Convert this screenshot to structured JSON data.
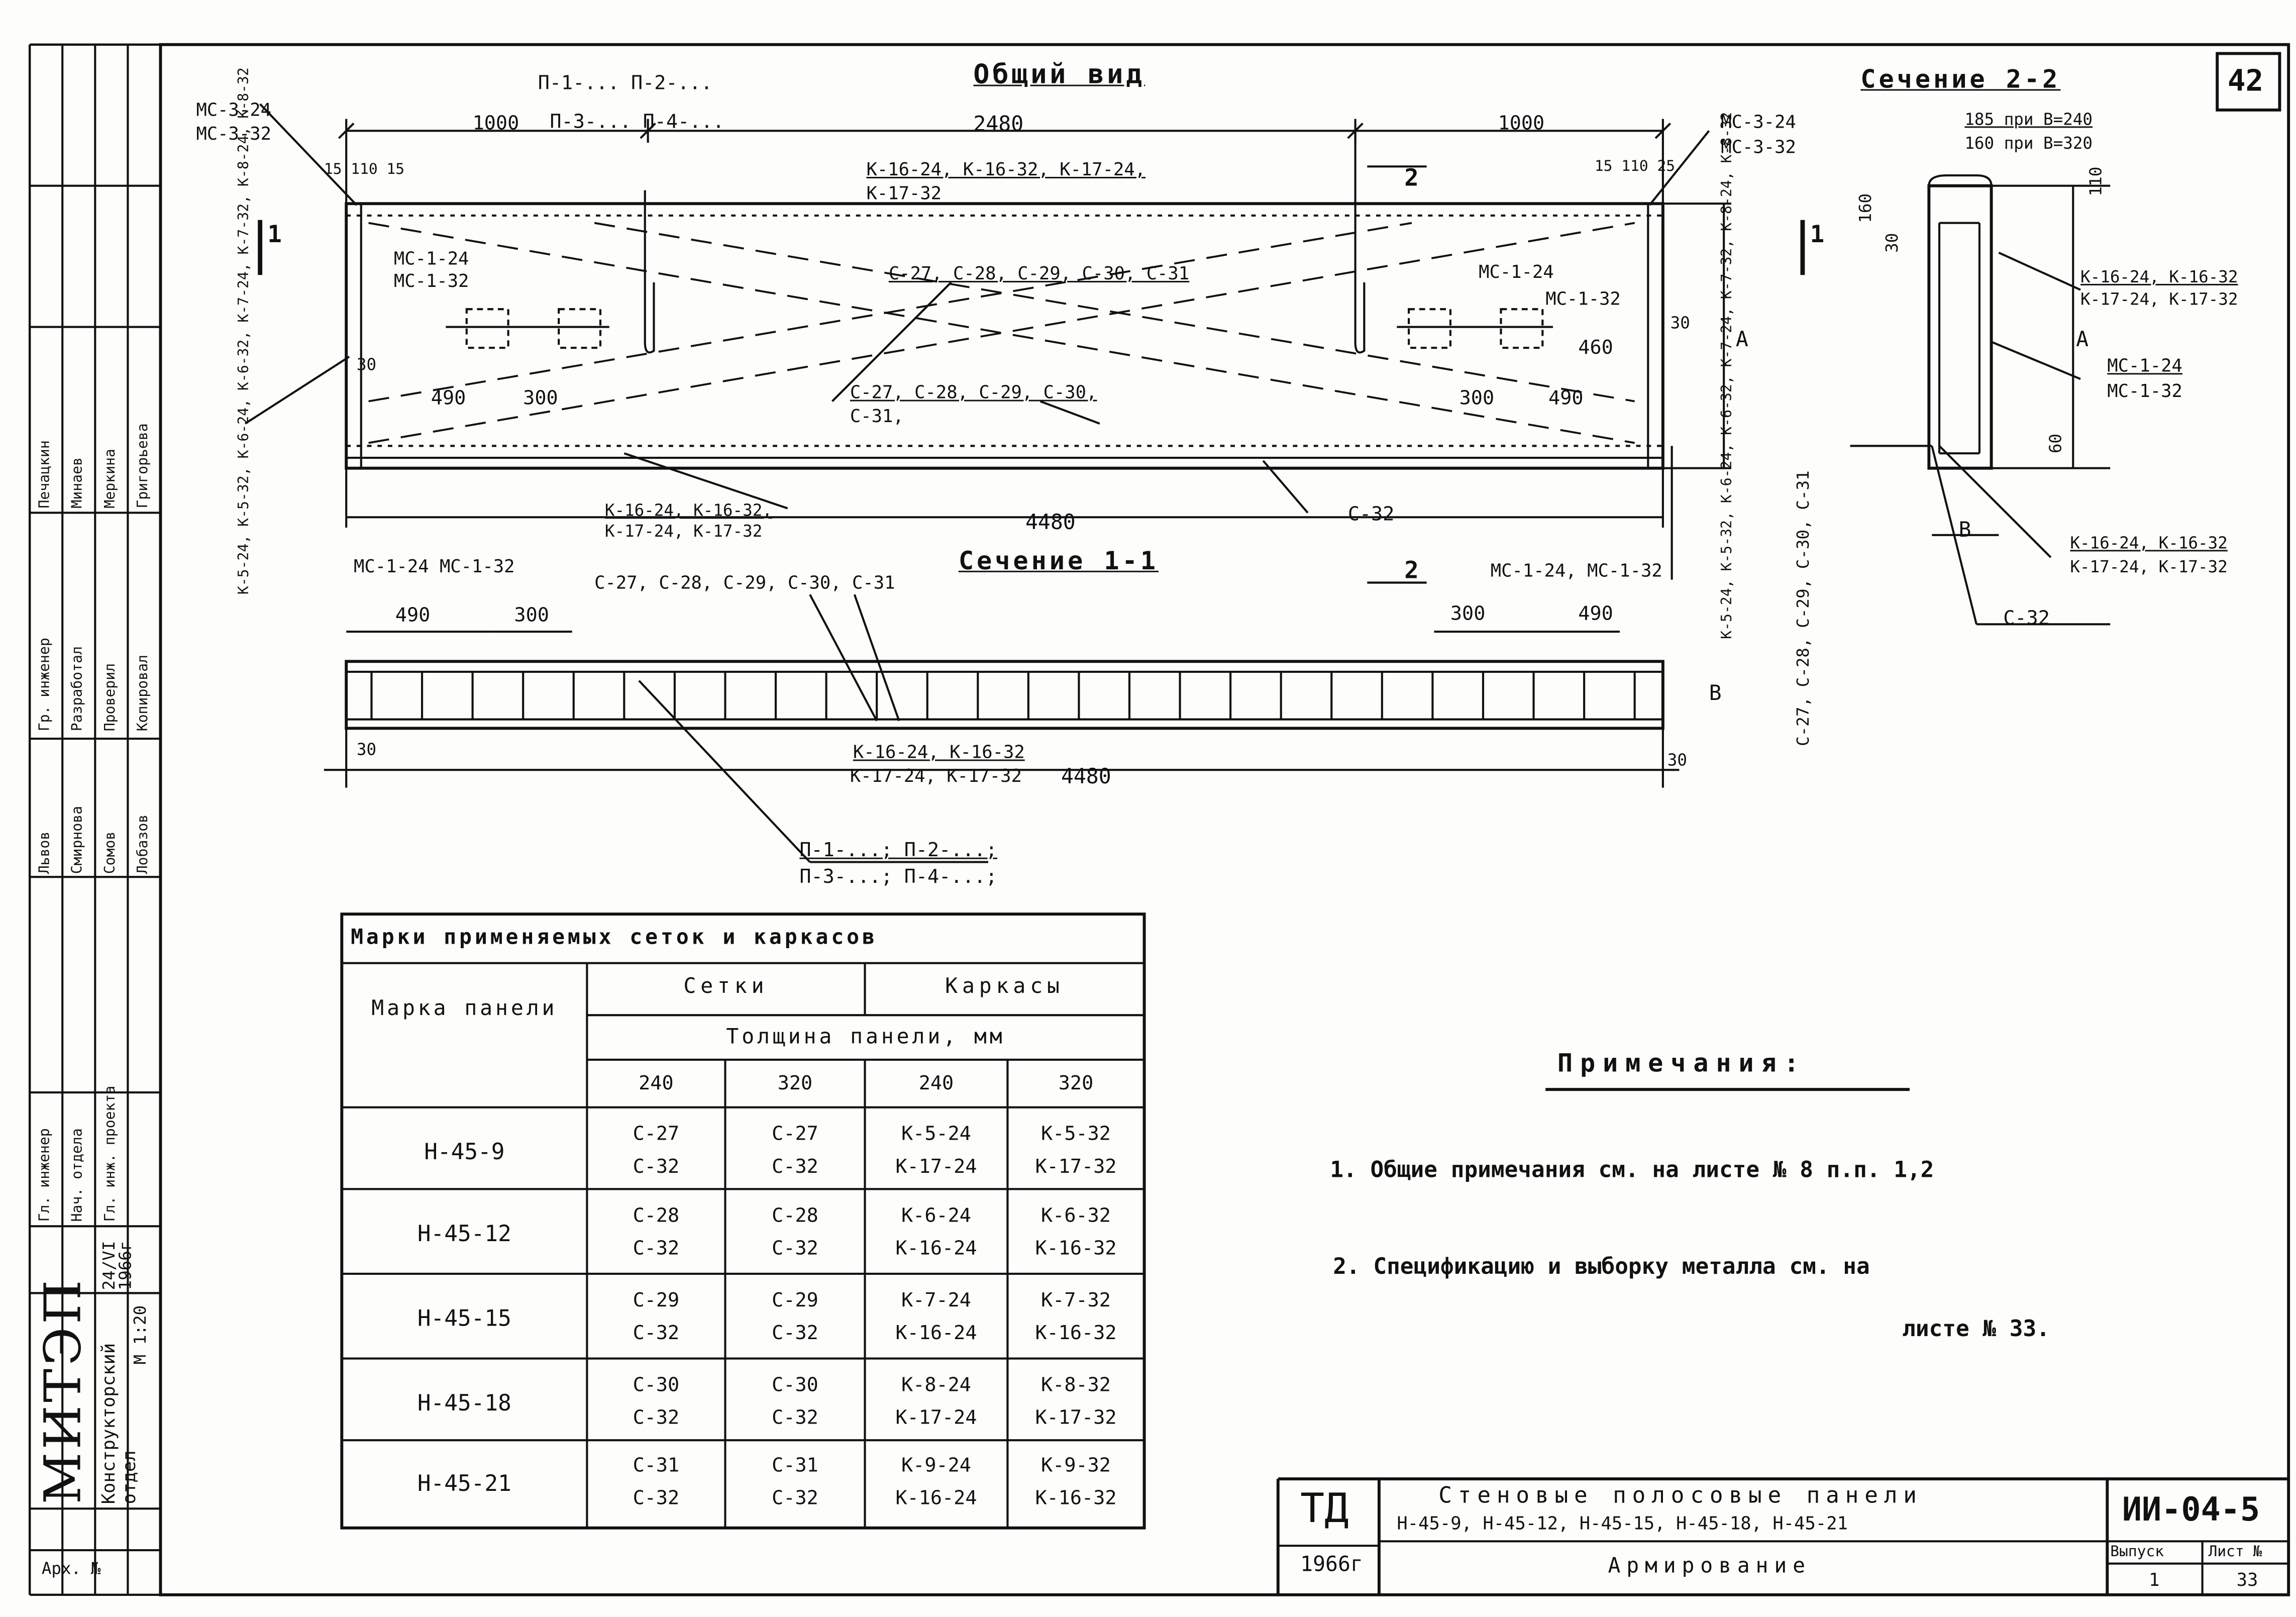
{
  "sheet_number": "42",
  "general_view": {
    "title": "Общий вид",
    "section_2_2_label": "Сечение 2-2",
    "section_1_1_label": "Сечение 1-1",
    "p_marks_top_1": "П-1-...  П-2-...",
    "p_marks_top_2": "П-3-...  П-4-...",
    "dim_1000_left": "1000",
    "dim_2480": "2480",
    "dim_1000_right": "1000",
    "dim_4480_top": "4480",
    "dim_4480_bottom": "4480",
    "mc3_24": "МС-3-24",
    "mc3_32": "МС-3-32",
    "mc3_24_right": "МС-3-24",
    "mc3_32_right": "МС-3-32",
    "dims_left_small": "15 110 15",
    "dims_right_small": "15 110 25",
    "k_top_1": "К-16-24, К-16-32, К-17-24,",
    "k_top_2": "К-17-32",
    "mc1_24_left": "МС-1-24",
    "mc1_32_left": "МС-1-32",
    "mc1_24_right": "МС-1-24",
    "mc1_32_right": "МС-1-32",
    "c_diag_top": "С-27, С-28, С-29, С-30, С-31",
    "c_diag_bot_1": "С-27, С-28, С-29, С-30,",
    "c_diag_bot_2": "С-31,",
    "c32_label": "С-32",
    "k_bot_1": "К-16-24, К-16-32,",
    "k_bot_2": "К-17-24, К-17-32",
    "left_vert_k": "К-5-24, К-5-32, К-6-24, К-6-32, К-7-24, К-7-32, К-8-24, К-8-32",
    "right_vert_k": "К-5-24, К-5-32, К-6-24, К-6-32, К-7-24, К-7-32, К-8-24, К-8-32",
    "right_vert_c": "С-27, С-28, С-29, С-30, С-31",
    "d490": "490",
    "d300": "300",
    "d460": "460",
    "d30": "30",
    "d60": "60",
    "letter_A": "А",
    "letter_B": "В",
    "section_mark_1": "1",
    "section_mark_2": "2"
  },
  "section_1_1": {
    "mc_left": "МС-1-24  МС-1-32",
    "mc_right": "МС-1-24, МС-1-32",
    "c_marks": "С-27, С-28, С-29, С-30, С-31",
    "k_1": "К-16-24, К-16-32",
    "k_2": "К-17-24, К-17-32",
    "p_1": "П-1-...; П-2-...;",
    "p_2": "П-3-...; П-4-...;"
  },
  "section_2_2": {
    "note_b240": "185 при В=240",
    "note_b320": "160 при В=320",
    "k_1": "К-16-24, К-16-32",
    "k_2": "К-17-24, К-17-32",
    "mc_1": "МС-1-24",
    "mc_2": "МС-1-32",
    "k_low_1": "К-16-24, К-16-32",
    "k_low_2": "К-17-24, К-17-32",
    "c32": "С-32",
    "d160": "160",
    "d30": "30",
    "d60": "60",
    "d110": "110"
  },
  "table": {
    "title": "Марки применяемых сеток и каркасов",
    "col_mark": "Марка панели",
    "col_grids": "Сетки",
    "col_frames": "Каркасы",
    "col_thickness": "Толщина панели, мм",
    "sub_cols": [
      "240",
      "320",
      "240",
      "320"
    ],
    "rows": [
      {
        "mark": "Н-45-9",
        "g240": [
          "С-27",
          "С-32"
        ],
        "g320": [
          "С-27",
          "С-32"
        ],
        "f240": [
          "К-5-24",
          "К-17-24"
        ],
        "f320": [
          "К-5-32",
          "К-17-32"
        ]
      },
      {
        "mark": "Н-45-12",
        "g240": [
          "С-28",
          "С-32"
        ],
        "g320": [
          "С-28",
          "С-32"
        ],
        "f240": [
          "К-6-24",
          "К-16-24"
        ],
        "f320": [
          "К-6-32",
          "К-16-32"
        ]
      },
      {
        "mark": "Н-45-15",
        "g240": [
          "С-29",
          "С-32"
        ],
        "g320": [
          "С-29",
          "С-32"
        ],
        "f240": [
          "К-7-24",
          "К-16-24"
        ],
        "f320": [
          "К-7-32",
          "К-16-32"
        ]
      },
      {
        "mark": "Н-45-18",
        "g240": [
          "С-30",
          "С-32"
        ],
        "g320": [
          "С-30",
          "С-32"
        ],
        "f240": [
          "К-8-24",
          "К-17-24"
        ],
        "f320": [
          "К-8-32",
          "К-17-32"
        ]
      },
      {
        "mark": "Н-45-21",
        "g240": [
          "С-31",
          "С-32"
        ],
        "g320": [
          "С-31",
          "С-32"
        ],
        "f240": [
          "К-9-24",
          "К-16-24"
        ],
        "f320": [
          "К-9-32",
          "К-16-32"
        ]
      }
    ]
  },
  "notes": {
    "title": "Примечания:",
    "n1": "1. Общие примечания см. на листе № 8 п.п. 1,2",
    "n2_a": "2. Спецификацию и выборку металла см. на",
    "n2_b": "листе № 33."
  },
  "title_block": {
    "org": "ТД",
    "year": "1966г",
    "title_1": "Стеновые полосовые панели",
    "title_2": "Н-45-9,  Н-45-12,  Н-45-15,  Н-45-18,  Н-45-21",
    "title_3": "Армирование",
    "code": "ИИ-04-5",
    "issue_label": "Выпуск",
    "issue_value": "1",
    "sheet_label": "Лист №",
    "sheet_value": "33"
  },
  "side_stamp": {
    "org_1": "МИТЭП",
    "org_2": "Конструкторский отдел",
    "scale_label": "М 1:20",
    "date": "24/VI 1966г",
    "arch": "Арх. №",
    "roles": [
      "Гл. инженер",
      "Нач. отдела",
      "Гл. инж. проекта",
      "Гр. инженер",
      "Разработал",
      "Проверил",
      "Копировал"
    ],
    "names": [
      "Львов",
      "Смирнова",
      "Сомов",
      "Лобазов",
      "Печацкин",
      "Минаев",
      "Меркина",
      "Григорьева"
    ]
  }
}
